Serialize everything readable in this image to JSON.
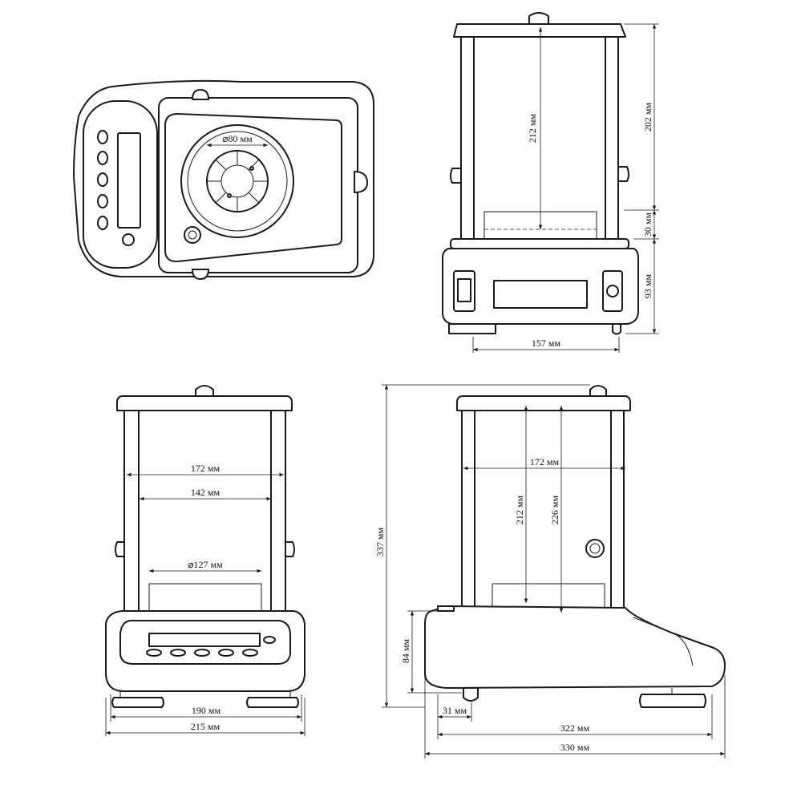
{
  "labels": {
    "top_diameter": "⌀80 мм",
    "back_height_chamber": "212 мм",
    "back_height_glass": "202 мм",
    "back_height_platform": "30 мм",
    "back_height_base": "93 мм",
    "back_width": "157 мм",
    "front_width_outer": "172 мм",
    "front_width_inner": "142 мм",
    "front_diameter_pan": "⌀127 мм",
    "front_width_feet": "190 мм",
    "front_width_base": "215 мм",
    "side_total_height": "337 мм",
    "side_depth_top": "172 мм",
    "side_height_212": "212 мм",
    "side_height_226": "226 мм",
    "side_height_base": "84 мм",
    "side_foot_offset": "31 мм",
    "side_depth_feet": "322 мм",
    "side_depth_total": "330 мм"
  }
}
